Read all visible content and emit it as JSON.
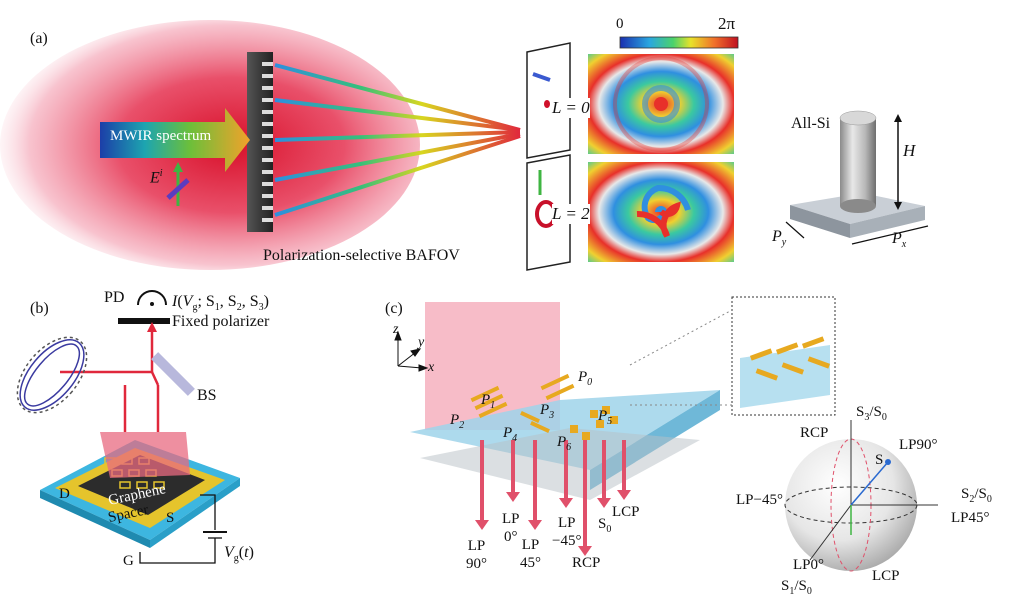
{
  "panel_a": {
    "tag": "(a)",
    "arrow_label": "MWIR spectrum",
    "field_label": "E",
    "field_sup": "i",
    "grating_caption": "Polarization-selective BAFOV",
    "colorbar_min": "0",
    "colorbar_max": "2π",
    "row1_label": "L = 0",
    "row2_label": "L = 2",
    "pillar_material": "All-Si",
    "pillar_height": "H",
    "period_y": "P",
    "period_y_sub": "y",
    "period_x": "P",
    "period_x_sub": "x"
  },
  "panel_b": {
    "tag": "(b)",
    "detector": "PD",
    "signal": "I(V",
    "signal_sub": "g",
    "signal_rest": "; S",
    "polarizer": "Fixed polarizer",
    "beamsplitter": "BS",
    "drain": "D",
    "source": "S",
    "gate": "G",
    "graphene": "Graphene",
    "spacer": "Spacer",
    "voltage": "V",
    "voltage_sub": "g",
    "voltage_rest": "(t)"
  },
  "panel_c": {
    "tag": "(c)",
    "axes": [
      "z",
      "y",
      "x"
    ],
    "pixels": [
      "P0",
      "P1",
      "P2",
      "P3",
      "P4",
      "P5",
      "P6"
    ],
    "outputs": [
      "LP 90°",
      "LP 0°",
      "LP 45°",
      "LP −45°",
      "RCP",
      "S0",
      "LCP"
    ],
    "sphere": {
      "s3": "S3/S0",
      "s2": "S2/S0",
      "s1": "S1/S0",
      "rcp": "RCP",
      "lcp": "LCP",
      "lp90": "LP90°",
      "lp45": "LP45°",
      "lpm45": "LP−45°",
      "lp0": "LP0°",
      "s": "S"
    }
  },
  "colors": {
    "beam_red": "#e0283c",
    "haze_pink": "#f4a0b0",
    "substrate_blue": "#9fd3ea",
    "gold": "#e7a920"
  }
}
